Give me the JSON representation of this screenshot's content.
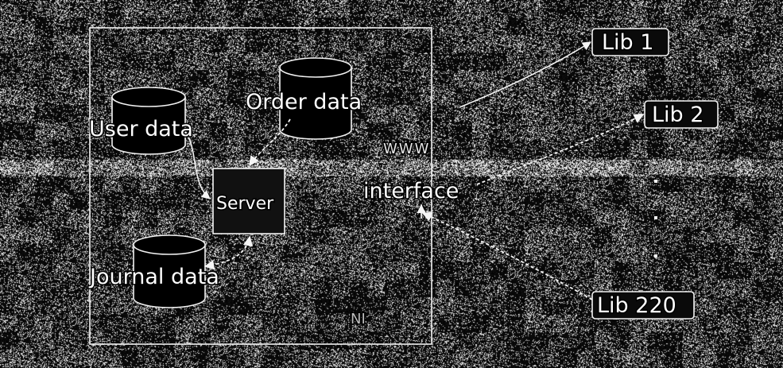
{
  "diagram": {
    "databases": {
      "user": "User data",
      "order": "Order data",
      "journal": "Journal data"
    },
    "server_label": "Server",
    "www_label": "WWW",
    "interface_label": "interface",
    "system_label": "NI",
    "libraries": {
      "lib1": "Lib 1",
      "lib2": "Lib 2",
      "lib220": "Lib 220"
    }
  },
  "colors": {
    "background": "#0d0d0d",
    "foreground": "#ffffff"
  }
}
